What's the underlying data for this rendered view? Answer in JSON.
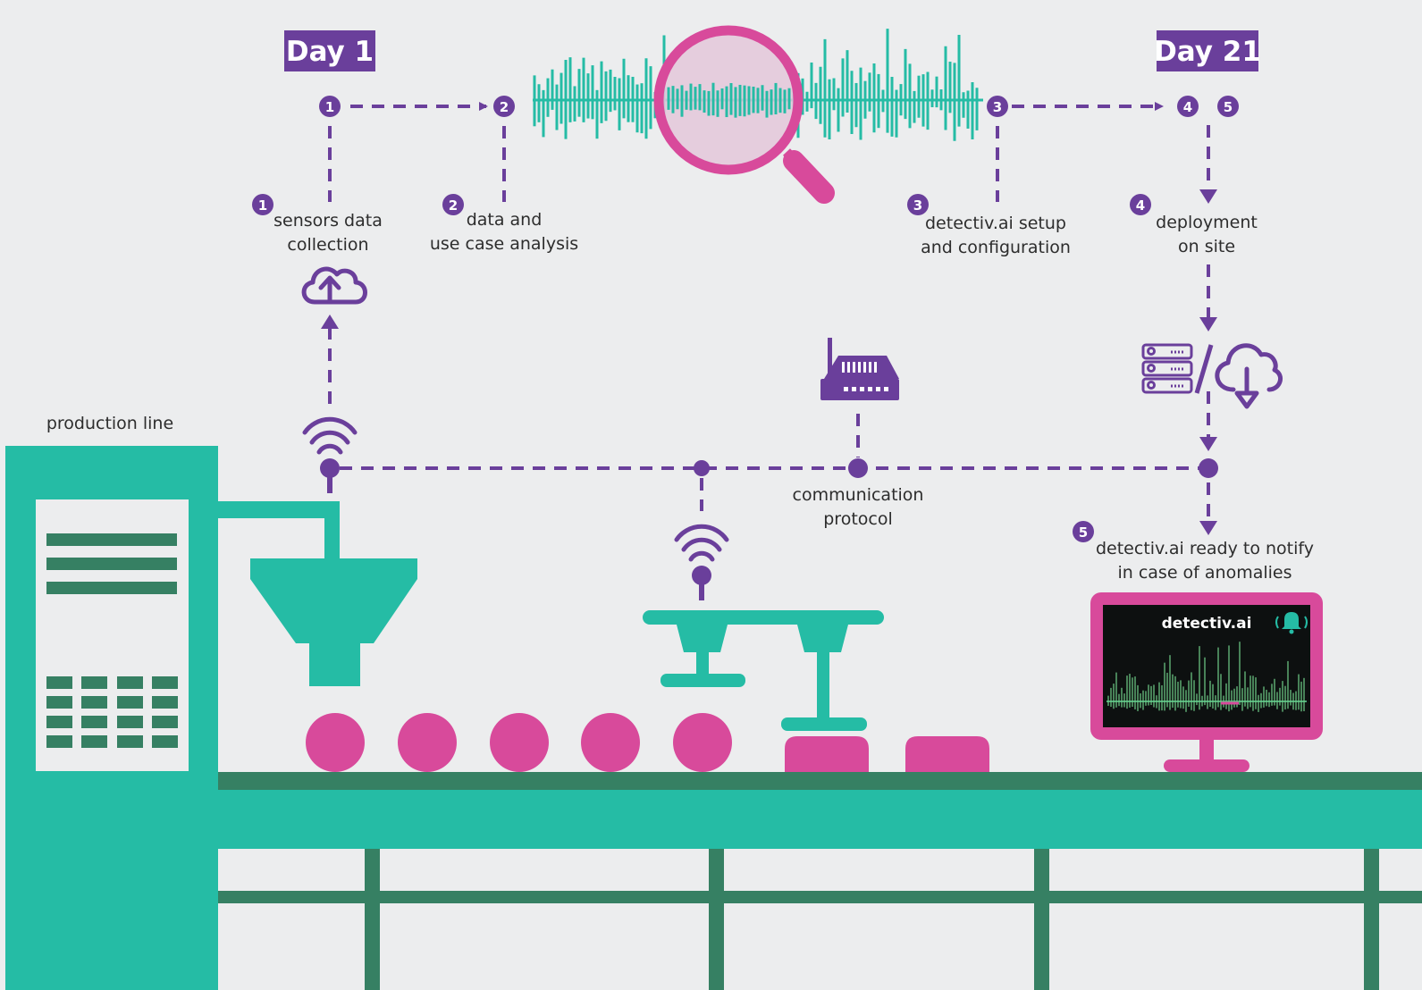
{
  "colors": {
    "purple": "#6a3f9b",
    "teal": "#25bca5",
    "dark_teal": "#368063",
    "pink": "#d84a9b",
    "background": "#ecedee",
    "screen": "#0d1010"
  },
  "timeline": {
    "day_start": "Day 1",
    "day_end": "Day 21"
  },
  "steps": [
    {
      "number": "1",
      "line1": "sensors data",
      "line2": "collection"
    },
    {
      "number": "2",
      "line1": "data and",
      "line2": "use case analysis"
    },
    {
      "number": "3",
      "line1": "detectiv.ai setup",
      "line2": "and configuration"
    },
    {
      "number": "4",
      "line1": "deployment",
      "line2": "on site"
    },
    {
      "number": "5",
      "line1": "detectiv.ai ready to notify",
      "line2": "in case of anomalies"
    }
  ],
  "labels": {
    "production_line": "production line",
    "comm_line1": "communication",
    "comm_line2": "protocol"
  },
  "monitor": {
    "brand": "detectiv.ai"
  },
  "icons": [
    "cloud-upload-icon",
    "wifi-icon",
    "router-icon",
    "server-rack-icon",
    "cloud-download-icon",
    "magnifier-icon",
    "bell-icon"
  ]
}
